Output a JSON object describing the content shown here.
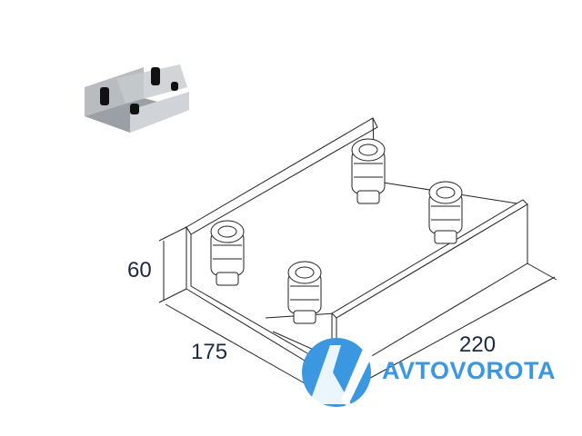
{
  "dimensions": {
    "height": "60",
    "width": "175",
    "length": "220"
  },
  "brand": {
    "name": "AVTOVOROTA",
    "color": "#3a97e0"
  },
  "line_color": "#222222"
}
